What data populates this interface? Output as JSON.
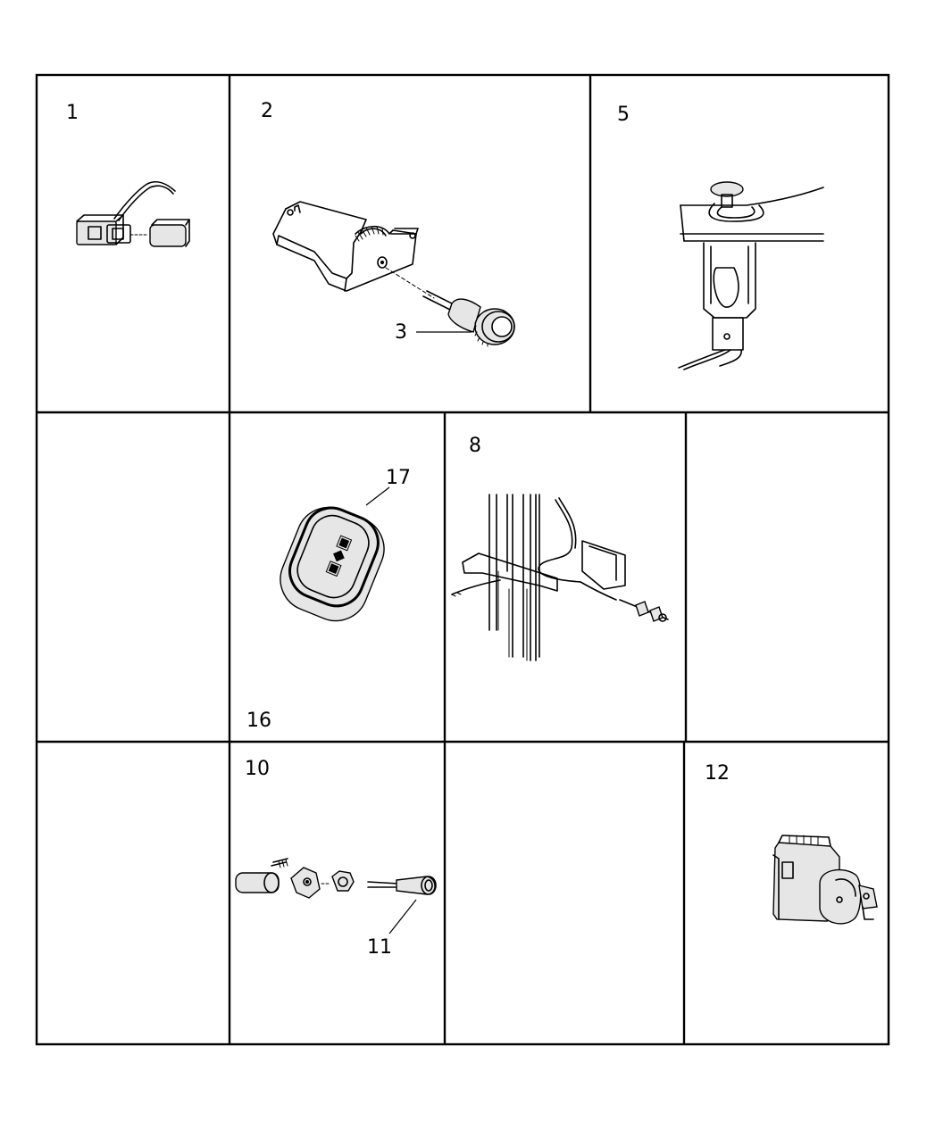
{
  "callouts": {
    "c1": "1",
    "c2": "2",
    "c3": "3",
    "c5": "5",
    "c8": "8",
    "c10": "10",
    "c11": "11",
    "c12": "12",
    "c16": "16",
    "c17": "17"
  },
  "parts": {
    "p1": "switch-with-harness-and-cap",
    "p2": "switch-housing-bracket",
    "p3": "control-knob",
    "p5": "mounted-lamp-socket",
    "p8": "harness-clip-bracket",
    "p10": "knob-assembly-exploded",
    "p11": "knob-shaft",
    "p12": "rotary-switch",
    "p17": "switch-bezel"
  },
  "colors": {
    "line": "#000000",
    "background": "#ffffff"
  }
}
